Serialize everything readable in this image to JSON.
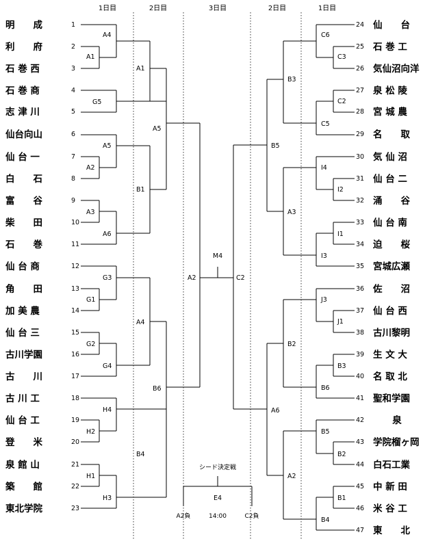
{
  "headers": {
    "left": [
      "1日目",
      "2日目"
    ],
    "center": "3日目",
    "right": [
      "2日目",
      "1日目"
    ]
  },
  "left_teams": [
    {
      "num": "1",
      "name": "明　　成"
    },
    {
      "num": "2",
      "name": "利　　府"
    },
    {
      "num": "3",
      "name": "石 巻 西"
    },
    {
      "num": "4",
      "name": "石 巻 商"
    },
    {
      "num": "5",
      "name": "志 津 川"
    },
    {
      "num": "6",
      "name": "仙台向山"
    },
    {
      "num": "7",
      "name": "仙 台 一"
    },
    {
      "num": "8",
      "name": "白　　石"
    },
    {
      "num": "9",
      "name": "富　　谷"
    },
    {
      "num": "10",
      "name": "柴　　田"
    },
    {
      "num": "11",
      "name": "石　　巻"
    },
    {
      "num": "12",
      "name": "仙 台 商"
    },
    {
      "num": "13",
      "name": "角　　田"
    },
    {
      "num": "14",
      "name": "加 美 農"
    },
    {
      "num": "15",
      "name": "仙 台 三"
    },
    {
      "num": "16",
      "name": "古川学園"
    },
    {
      "num": "17",
      "name": "古　　川"
    },
    {
      "num": "18",
      "name": "古 川 工"
    },
    {
      "num": "19",
      "name": "仙 台 工"
    },
    {
      "num": "20",
      "name": "登　　米"
    },
    {
      "num": "21",
      "name": "泉 館 山"
    },
    {
      "num": "22",
      "name": "築　　館"
    },
    {
      "num": "23",
      "name": "東北学院"
    }
  ],
  "right_teams": [
    {
      "num": "24",
      "name": "仙　　台"
    },
    {
      "num": "25",
      "name": "石 巻 工"
    },
    {
      "num": "26",
      "name": "気仙沼向洋"
    },
    {
      "num": "27",
      "name": "泉 松 陵"
    },
    {
      "num": "28",
      "name": "宮 城 農"
    },
    {
      "num": "29",
      "name": "名　　取"
    },
    {
      "num": "30",
      "name": "気 仙 沼"
    },
    {
      "num": "31",
      "name": "仙 台 二"
    },
    {
      "num": "32",
      "name": "涌　　谷"
    },
    {
      "num": "33",
      "name": "仙 台 南"
    },
    {
      "num": "34",
      "name": "迫　　桜"
    },
    {
      "num": "35",
      "name": "宮城広瀬"
    },
    {
      "num": "36",
      "name": "佐　　沼"
    },
    {
      "num": "37",
      "name": "仙 台 西"
    },
    {
      "num": "38",
      "name": "古川黎明"
    },
    {
      "num": "39",
      "name": "生 文 大"
    },
    {
      "num": "40",
      "name": "名 取 北"
    },
    {
      "num": "41",
      "name": "聖和学園"
    },
    {
      "num": "42",
      "name": "泉"
    },
    {
      "num": "43",
      "name": "学院榴ヶ岡"
    },
    {
      "num": "44",
      "name": "白石工業"
    },
    {
      "num": "45",
      "name": "中 新 田"
    },
    {
      "num": "46",
      "name": "米 谷 工"
    },
    {
      "num": "47",
      "name": "東　　北"
    }
  ],
  "left_codes": {
    "r1": [
      "A4",
      "A1",
      "G5",
      "A5",
      "A2",
      "A3",
      "A6",
      "G3",
      "G1",
      "G2",
      "G4",
      "H4",
      "H2",
      "H1",
      "H3"
    ],
    "r2": [
      "A1",
      "A5",
      "B1",
      "A4",
      "B6",
      "B4"
    ],
    "semi": "A2"
  },
  "right_codes": {
    "r1": [
      "C6",
      "C3",
      "C2",
      "C5",
      "I4",
      "I2",
      "I1",
      "I3",
      "J3",
      "J1",
      "B3",
      "B6",
      "B5",
      "B2",
      "B1",
      "B4"
    ],
    "r2": [
      "B3",
      "B5",
      "A3",
      "B2",
      "A6",
      "A2"
    ],
    "semi": "C2"
  },
  "final": {
    "code": "M4"
  },
  "seed": {
    "title": "シード決定戦",
    "code": "E4",
    "left": "A2負",
    "time": "14:00",
    "right": "C2負"
  }
}
